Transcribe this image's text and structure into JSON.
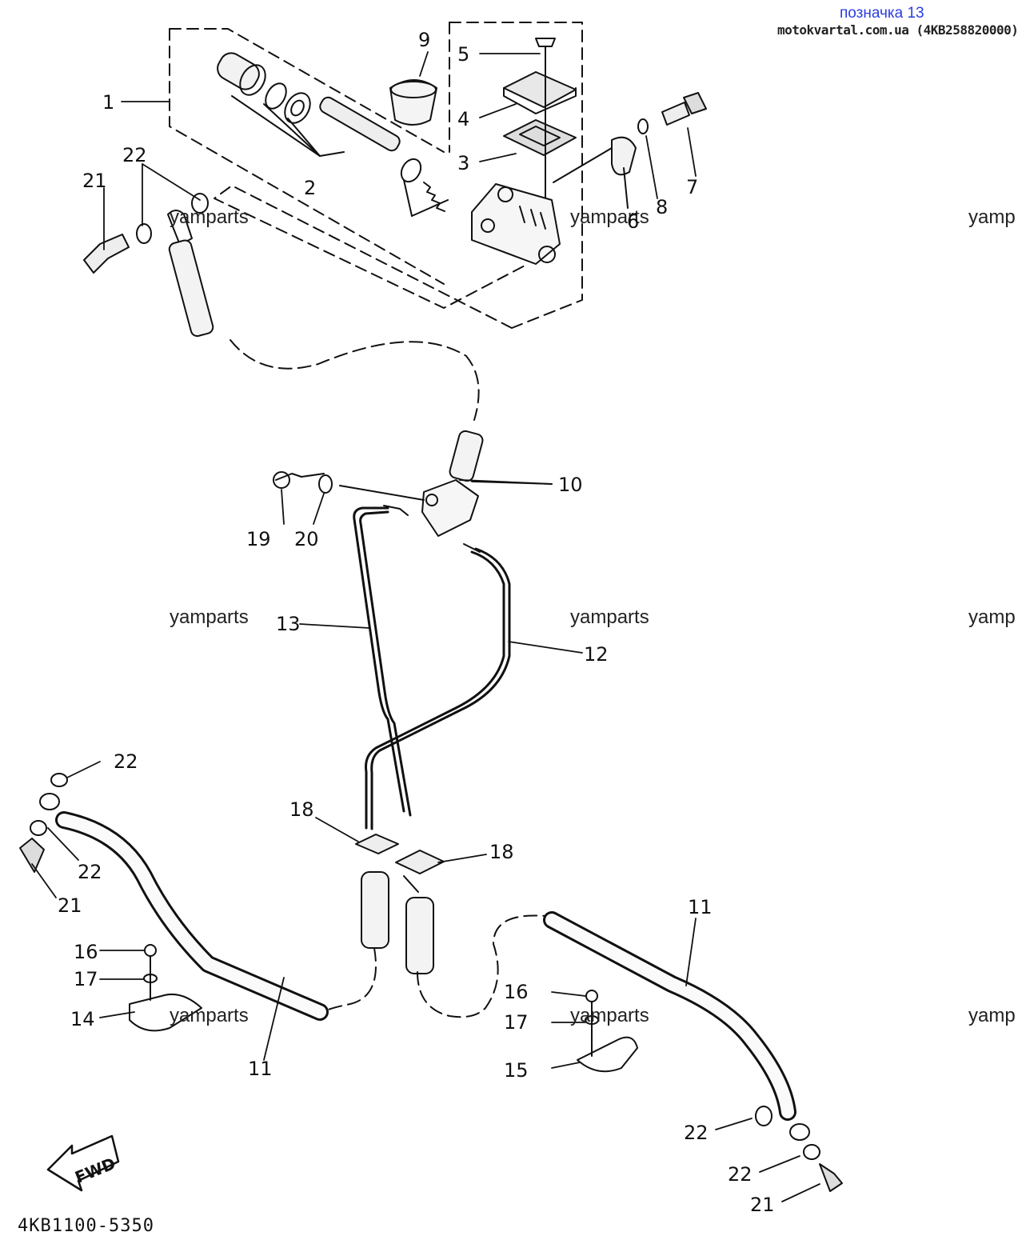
{
  "header": {
    "title": "позначка 13",
    "subtitle": "motokvartal.com.ua (4KB258820000)"
  },
  "diagram_code": "4KB1100-5350",
  "fwd_label": "FWD",
  "watermark": "yamparts",
  "watermark_clipped": "yamp",
  "callouts": {
    "c1": "1",
    "c2": "2",
    "c3": "3",
    "c4": "4",
    "c5": "5",
    "c6": "6",
    "c7": "7",
    "c8": "8",
    "c9": "9",
    "c10": "10",
    "c11a": "11",
    "c11b": "11",
    "c12": "12",
    "c13": "13",
    "c14": "14",
    "c15": "15",
    "c16a": "16",
    "c16b": "16",
    "c17a": "17",
    "c17b": "17",
    "c18a": "18",
    "c18b": "18",
    "c19": "19",
    "c20": "20",
    "c21a": "21",
    "c21b": "21",
    "c21c": "21",
    "c22a": "22",
    "c22b": "22",
    "c22c": "22",
    "c22d": "22",
    "c22e": "22"
  },
  "colors": {
    "ink": "#111111",
    "header_blue": "#2a3ee0"
  }
}
